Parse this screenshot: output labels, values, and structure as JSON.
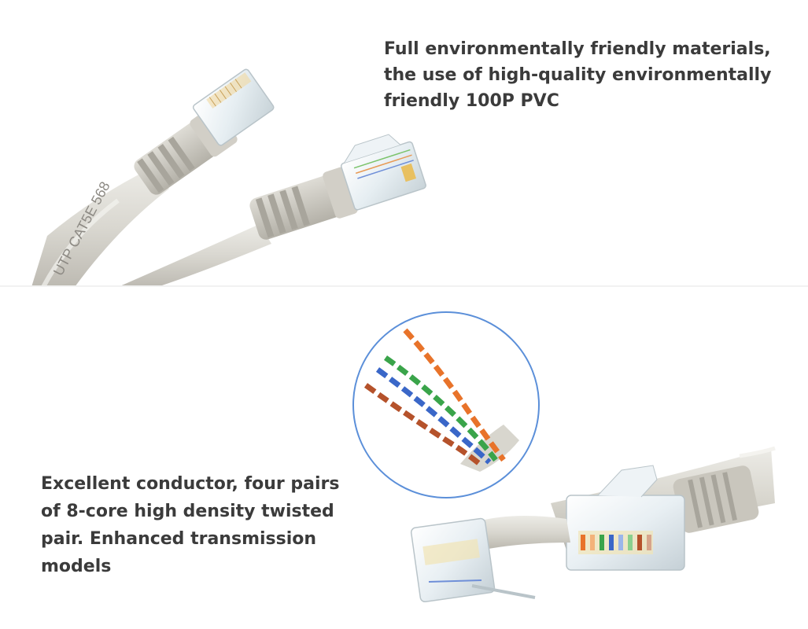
{
  "top_panel": {
    "caption": "Full environmentally friendly materials,\nthe use of high-quality environmentally\nfriendly 100P PVC",
    "cable_print": "UTP CAT5E 568"
  },
  "bottom_panel": {
    "caption": "Excellent conductor, four pairs\nof 8-core high density twisted\n pair. Enhanced transmission\nmodels"
  },
  "colors": {
    "cable_jacket": "#d9d7d0",
    "boot_grey": "#c9c6bd",
    "text": "#3b3b3b",
    "zoom_ring": "#5b8fd9",
    "wire_orange": "#e8732a",
    "wire_green": "#3aa44a",
    "wire_blue": "#3a67c8",
    "wire_brown": "#b5522b"
  }
}
